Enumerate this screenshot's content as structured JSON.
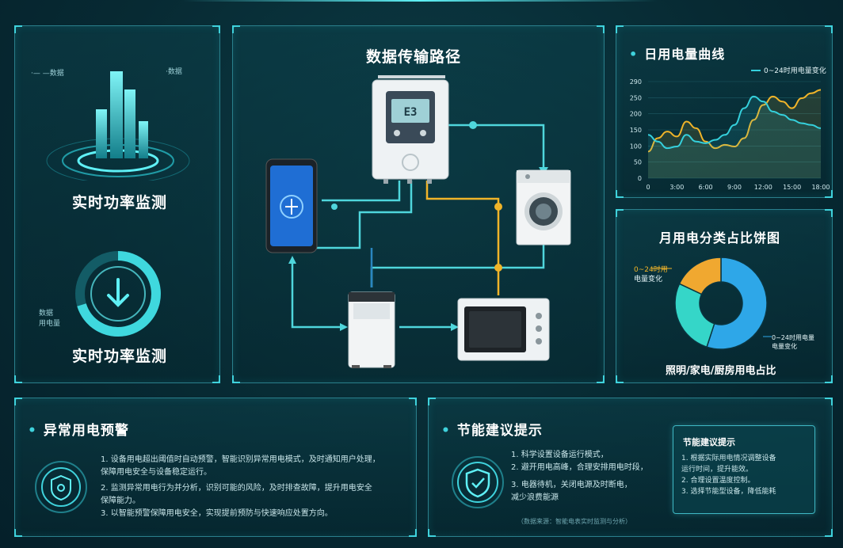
{
  "left_panel": {
    "top_title": "实时功率监测",
    "bottom_title": "实时功率监测",
    "tiny_labels": [
      "·— —数据",
      "·数据"
    ],
    "side_labels": [
      "数据",
      "用电量"
    ]
  },
  "center_panel": {
    "title": "数据传输路径",
    "meter_display": "E3"
  },
  "line_chart": {
    "title": "日用电量曲线",
    "legend": "0~24时用电量变化",
    "y_ticks": [
      "290",
      "250",
      "200",
      "150",
      "100",
      "50",
      "0"
    ],
    "x_ticks": [
      "0",
      "3:00",
      "6:00",
      "9:00",
      "12:00",
      "15:00",
      "18:00"
    ]
  },
  "pie_panel": {
    "title": "月用电分类占比饼图",
    "legend_left_line1": "0~24时用",
    "legend_left_line2": "电量变化",
    "legend_right_line1": "0~24时用电量",
    "legend_right_line2": "电量变化",
    "footer": "照明/家电/厨房用电占比"
  },
  "warning_panel": {
    "title": "异常用电预警",
    "items": [
      "1. 设备用电超出阈值时自动预警，智能识别异常用电模式，及时通知用户处理，",
      "   保障用电安全与设备稳定运行。",
      "2. 监测异常用电行为并分析，识别可能的风险，及时排查故障，提升用电安全",
      "   保障能力。",
      "3. 以智能预警保障用电安全，实现提前预防与快速响应处置方向。"
    ]
  },
  "energy_panel": {
    "title": "节能建议提示",
    "items": [
      "1. 科学设置设备运行模式，",
      "2. 避开用电高峰，合理安排用电时段，",
      "3. 电器待机，关闭电源及时断电，",
      "   减少浪费能源"
    ],
    "footnote": "（数据来源：智能电表实时监测与分析）",
    "tip_box": {
      "title": "节能建议提示",
      "items": [
        "1. 根据实际用电情况调整设备",
        "   运行时间，提升能效。",
        "2. 合理设置温度控制。",
        "3. 选择节能型设备，降低能耗"
      ]
    }
  },
  "chart_data": [
    {
      "type": "line",
      "title": "日用电量曲线",
      "legend": [
        "0~24时用电量变化"
      ],
      "x": [
        0,
        1,
        2,
        3,
        4,
        5,
        6,
        7,
        8,
        9,
        10,
        11,
        12,
        13,
        14,
        15,
        16,
        17,
        18
      ],
      "xlim": [
        0,
        18
      ],
      "ylim": [
        0,
        290
      ],
      "series": [
        {
          "values": [
            80,
            120,
            140,
            125,
            170,
            150,
            110,
            90,
            100,
            95,
            120,
            175,
            220,
            245,
            230,
            210,
            240,
            255,
            265
          ],
          "color": "#f0b429"
        },
        {
          "values": [
            130,
            110,
            90,
            95,
            130,
            110,
            105,
            115,
            130,
            160,
            210,
            245,
            230,
            200,
            190,
            175,
            165,
            160,
            150
          ],
          "color": "#35d0dc"
        }
      ]
    },
    {
      "type": "pie",
      "title": "月用电分类占比饼图",
      "values": [
        55,
        27,
        18
      ],
      "colors": [
        "#2ea7e8",
        "#35d6c8",
        "#f0a830"
      ]
    }
  ]
}
